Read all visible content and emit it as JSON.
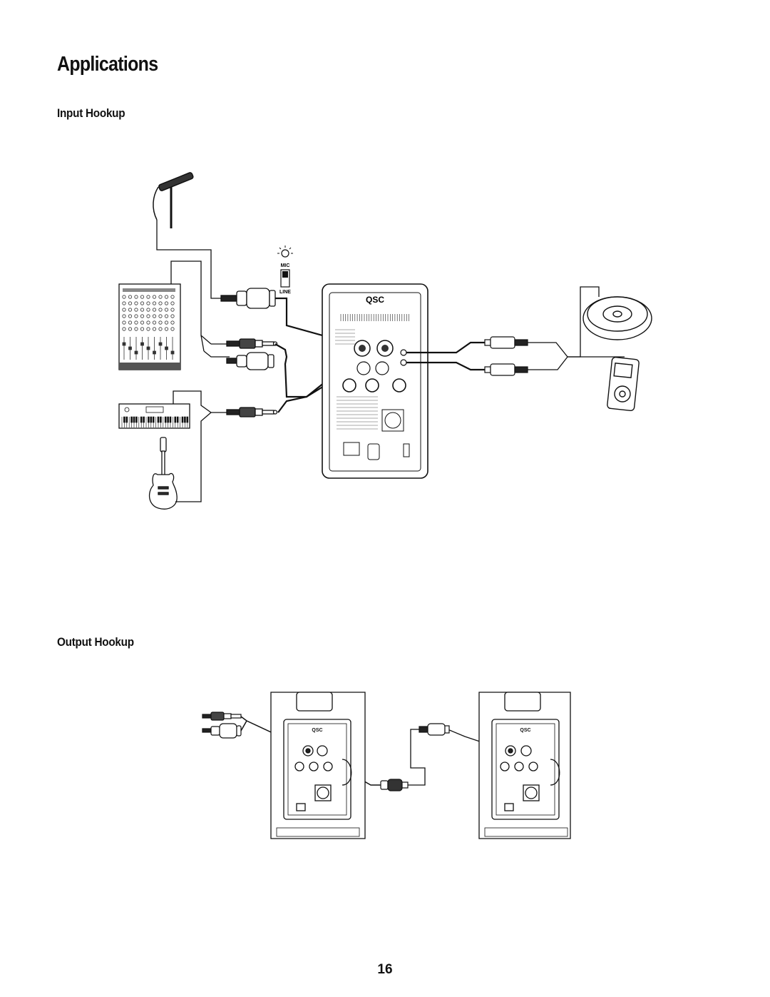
{
  "page": {
    "title": "Applications",
    "page_number": "16"
  },
  "input_hookup": {
    "heading": "Input Hookup",
    "switch_top_label": "MIC",
    "switch_bottom_label": "LINE",
    "brand": "QSC"
  },
  "output_hookup": {
    "heading": "Output Hookup",
    "brand": "QSC"
  }
}
